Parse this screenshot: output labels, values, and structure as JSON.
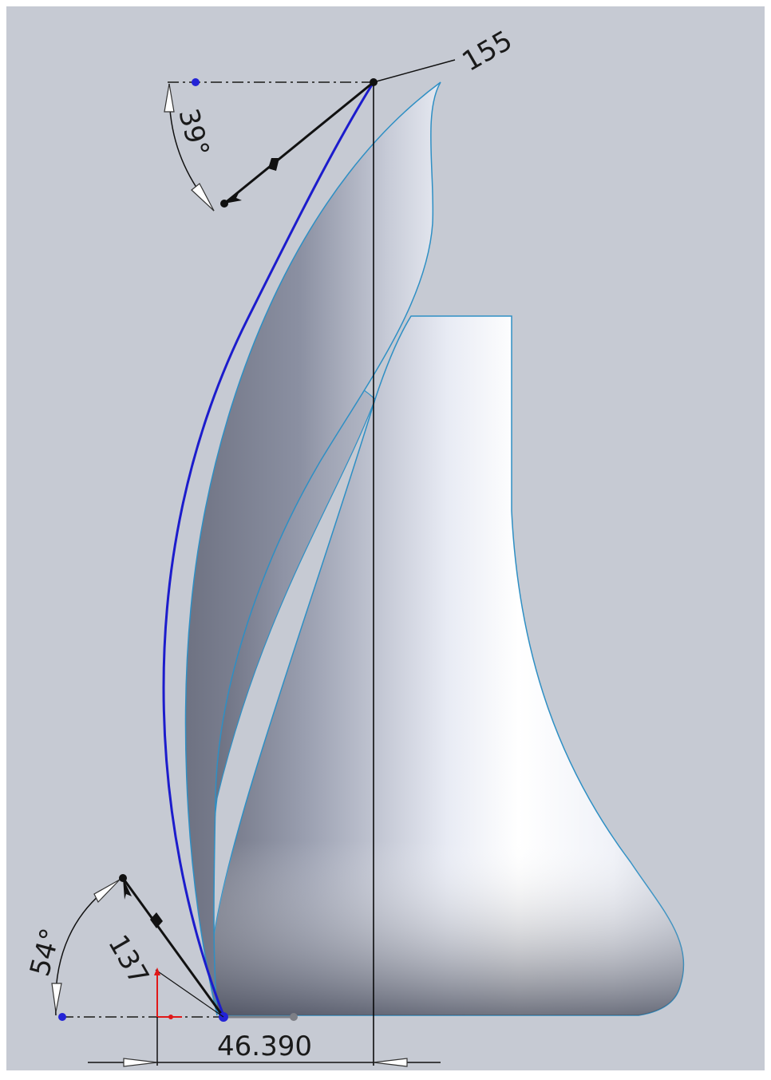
{
  "viewport": {
    "background": "#c6cad3",
    "edge_color": "#2e8fc4",
    "sketch_curve_color": "#1c1ccc",
    "point_color_blue": "#2323d6",
    "point_color_red": "#e01818"
  },
  "dimensions": {
    "top_radius": "155",
    "top_angle": "39°",
    "bottom_radius": "137",
    "bottom_angle": "54°",
    "horizontal_distance": "46.390"
  }
}
